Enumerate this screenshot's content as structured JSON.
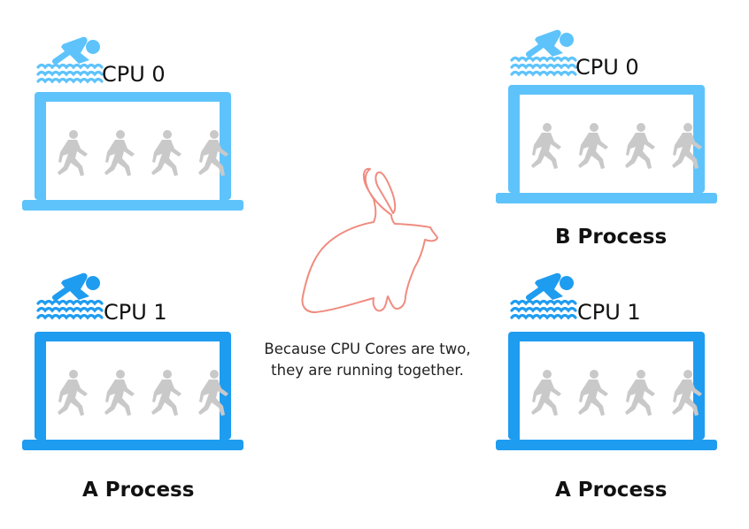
{
  "units": [
    {
      "cpu_label": "CPU 0",
      "color": "#5EC3FB",
      "process_label": ""
    },
    {
      "cpu_label": "CPU 0",
      "color": "#5EC3FB",
      "process_label": "B Process"
    },
    {
      "cpu_label": "CPU 1",
      "color": "#1E9CF0",
      "process_label": "A Process"
    },
    {
      "cpu_label": "CPU 1",
      "color": "#1E9CF0",
      "process_label": "A Process"
    }
  ],
  "caption": {
    "line1": "Because CPU Cores are two,",
    "line2": "they are running together."
  },
  "colors": {
    "runner": "#C9C9C9",
    "rabbit_outline": "#F08C80",
    "swimmer_light": "#5EC3FB",
    "swimmer_dark": "#1E9CF0"
  },
  "icons": {
    "swimmer": "swimmer-icon",
    "runner": "running-person-icon",
    "rabbit": "rabbit-icon"
  }
}
